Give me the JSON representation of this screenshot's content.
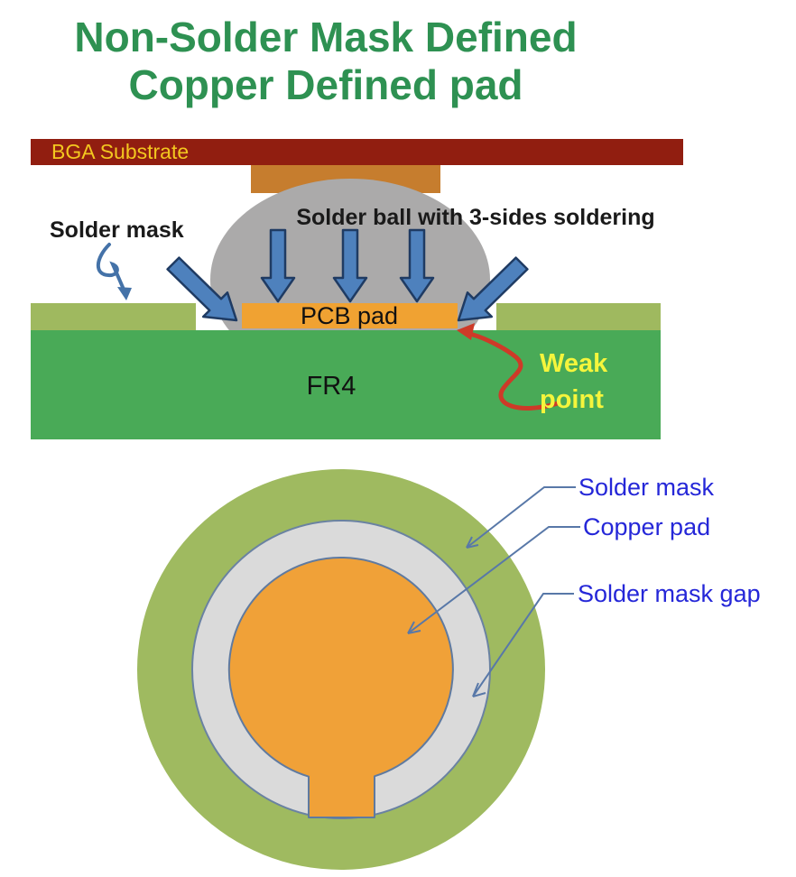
{
  "title": {
    "line1": "Non-Solder Mask Defined",
    "line2": "Copper Defined pad"
  },
  "cross_section": {
    "substrate_label": "BGA Substrate",
    "solder_mask_label": "Solder mask",
    "solder_ball_label": "Solder ball  with 3-sides  soldering",
    "pcb_pad_label": "PCB pad",
    "fr4_label": "FR4",
    "weak_point_line1": "Weak",
    "weak_point_line2": "point"
  },
  "top_view": {
    "solder_mask_label": "Solder mask",
    "copper_pad_label": "Copper pad",
    "solder_mask_gap_label": "Solder mask gap"
  },
  "colors": {
    "title_green": "#2E9152",
    "substrate_red": "#911E10",
    "substrate_text_yellow": "#F3C71F",
    "bga_pad_orange": "#C67D2E",
    "solder_ball_gray": "#ABAAAA",
    "solder_mask_olive": "#9FB95F",
    "fr4_green": "#49AA57",
    "pcb_pad_orange": "#F0A232",
    "arrow_blue": "#4E81BD",
    "weak_point_yellow": "#F5F53C",
    "weak_arrow_red": "#CE3A28",
    "top_view_gray": "#DADADA",
    "top_view_orange": "#F0A138",
    "label_blue": "#2527D8",
    "leader_line_blue": "#5878A8"
  }
}
